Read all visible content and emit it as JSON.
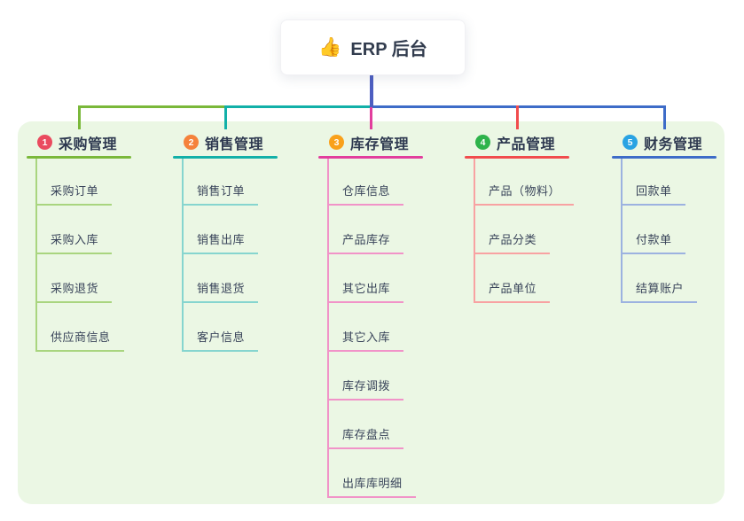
{
  "root": {
    "icon": "👍",
    "label": "ERP 后台",
    "stem_color": "#4d5ec1"
  },
  "canvas": {
    "background": "#ffffff",
    "panel_background": "#ebf7e4"
  },
  "branches": [
    {
      "num": "1",
      "label": "采购管理",
      "color": "#7ab83a",
      "light": "#a9d57f",
      "badge_color": "#ea4b5f",
      "children": [
        "采购订单",
        "采购入库",
        "采购退货",
        "供应商信息"
      ]
    },
    {
      "num": "2",
      "label": "销售管理",
      "color": "#12b0a8",
      "light": "#86d5cf",
      "badge_color": "#f5823b",
      "children": [
        "销售订单",
        "销售出库",
        "销售退货",
        "客户信息"
      ]
    },
    {
      "num": "3",
      "label": "库存管理",
      "color": "#e23e9d",
      "light": "#f193c8",
      "badge_color": "#f9a11b",
      "children": [
        "仓库信息",
        "产品库存",
        "其它出库",
        "其它入库",
        "库存调拨",
        "库存盘点",
        "出库库明细"
      ]
    },
    {
      "num": "4",
      "label": "产品管理",
      "color": "#f14c4d",
      "light": "#f8a2a2",
      "badge_color": "#2eb34b",
      "children": [
        "产品（物料）",
        "产品分类",
        "产品单位"
      ]
    },
    {
      "num": "5",
      "label": "财务管理",
      "color": "#3e6cc8",
      "light": "#9cb2e0",
      "badge_color": "#29a3e3",
      "children": [
        "回款单",
        "付款单",
        "结算账户"
      ]
    }
  ]
}
